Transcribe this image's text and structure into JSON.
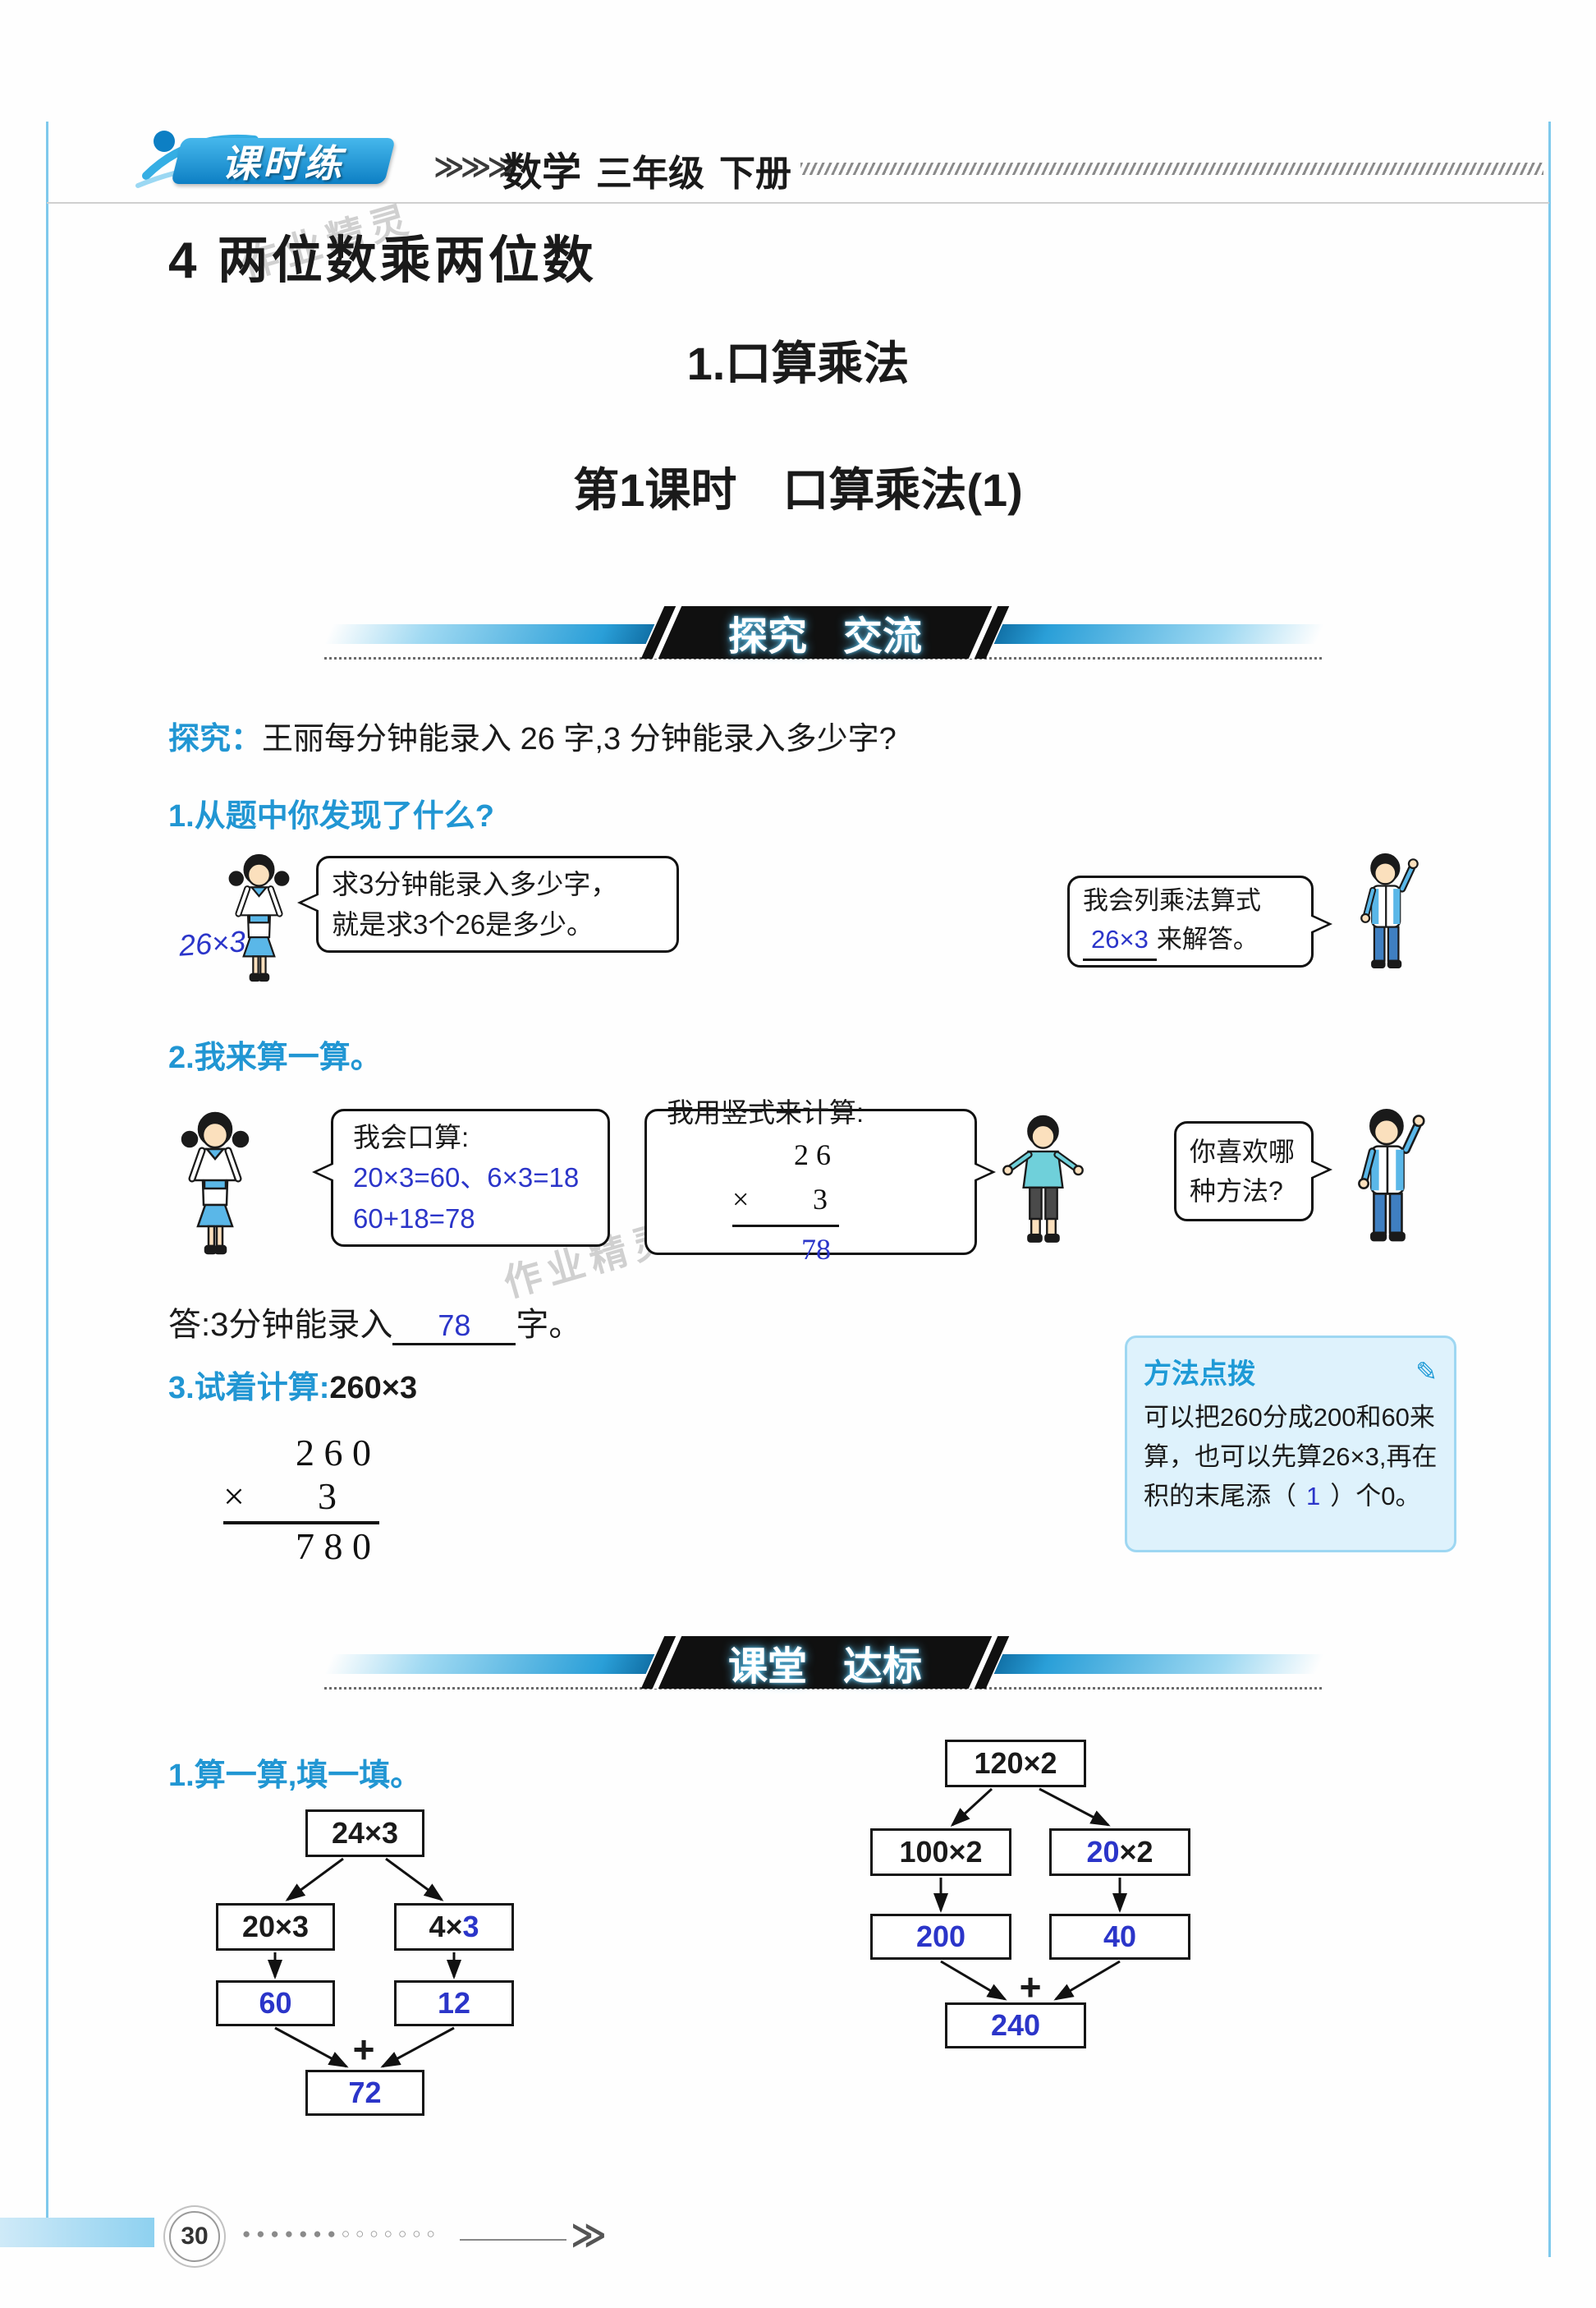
{
  "colors": {
    "accent": "#29abe2",
    "handwriting": "#2b35c9",
    "heading_blue": "#2196d3"
  },
  "watermark": "作业精灵",
  "header": {
    "logo": "课时练",
    "logo_arrows": "≫≫≫",
    "subject": "数学",
    "grade": "三年级",
    "volume": "下册"
  },
  "titles": {
    "chapter": "4 两位数乘两位数",
    "section": "1.口算乘法",
    "lesson": "第1课时　口算乘法(1)"
  },
  "banners": {
    "explore": {
      "w1": "探究",
      "w2": "交流"
    },
    "practice": {
      "w1": "课堂",
      "w2": "达标"
    }
  },
  "explore": {
    "label": "探究：",
    "question": "王丽每分钟能录入 26 字,3 分钟能录入多少字?",
    "q1": "1.从题中你发现了什么?",
    "note": "26×3",
    "bubble_girl1_l1": "求3分钟能录入多少字，",
    "bubble_girl1_l2": "就是求3个26是多少。",
    "bubble_boy1_pre": "我会列乘法算式",
    "bubble_boy1_ans": "26×3",
    "bubble_boy1_post": "来解答。",
    "q2": "2.我来算一算。",
    "bubble_oral_title": "我会口算:",
    "bubble_oral_l1": "20×3=60、6×3=18",
    "bubble_oral_l2": "60+18=78",
    "bubble_vertical_title": "我用竖式来计算:",
    "vc1": {
      "top": "2 6",
      "op": "×",
      "mult": "3",
      "result": "78"
    },
    "bubble_which": "你喜欢哪种方法?",
    "answer_pre": "答:3分钟能录入",
    "answer_blank": "78",
    "answer_post": "字。",
    "q3_label": "3.试着计算:",
    "q3_expr": "260×3",
    "vc2": {
      "top": "2 6 0",
      "op": "×",
      "mult": "3",
      "result": "7 8 0"
    }
  },
  "method": {
    "title": "方法点拨",
    "icon": "✎",
    "t1": "可以把260分成200和60来算，也可以先算26×3,再在积的末尾添（",
    "blank": "1",
    "t2": "）个0。"
  },
  "practice": {
    "q1": "1.算一算,填一填。",
    "plus": "+",
    "trees": [
      {
        "top": "24×3",
        "left": "20×3",
        "right_pre": "4×",
        "right_blank": "3",
        "right_post": "",
        "left_result": "60",
        "right_result": "12",
        "total": "72"
      },
      {
        "top": "120×2",
        "left": "100×2",
        "right_pre": "",
        "right_blank": "20",
        "right_post": "×2",
        "left_result": "200",
        "right_result": "40",
        "total": "240"
      }
    ]
  },
  "footer": {
    "page": "30",
    "dots": "●●●●●●●○○○○○○○",
    "arrow": "≫"
  }
}
